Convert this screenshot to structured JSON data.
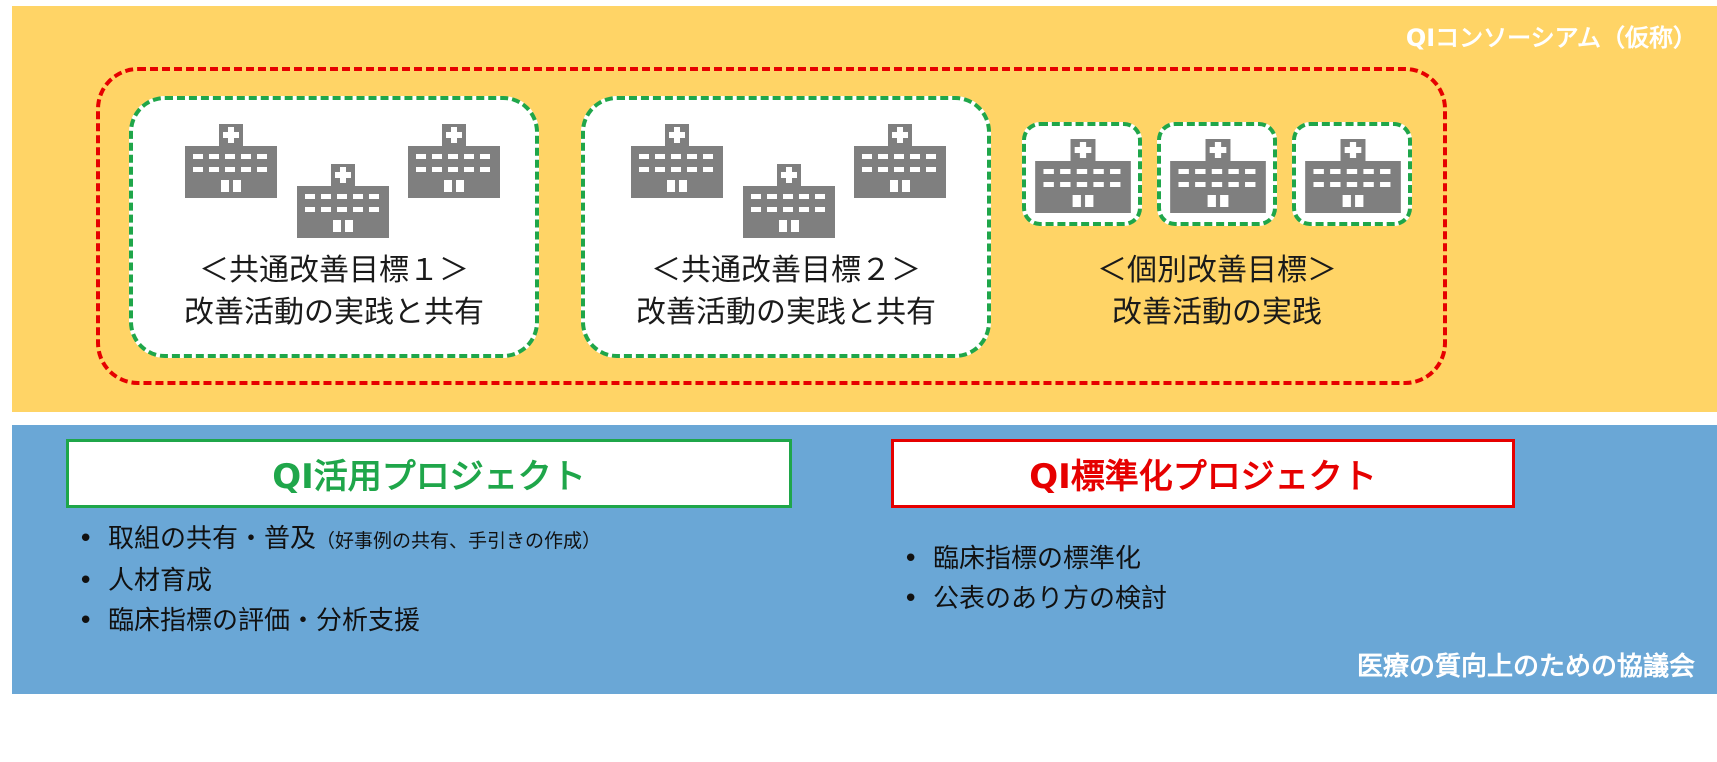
{
  "consortium": {
    "title": "QIコンソーシアム（仮称）",
    "groups": [
      {
        "line1": "＜共通改善目標１＞",
        "line2": "改善活動の実践と共有"
      },
      {
        "line1": "＜共通改善目標２＞",
        "line2": "改善活動の実践と共有"
      },
      {
        "line1": "＜個別改善目標＞",
        "line2": "改善活動の実践"
      }
    ],
    "icon": "hospital-building-icon"
  },
  "projects": {
    "utilize": {
      "title": "QI活用プロジェクト",
      "items": [
        {
          "text": "取組の共有・普及",
          "note": "（好事例の共有、手引きの作成）"
        },
        {
          "text": "人材育成",
          "note": ""
        },
        {
          "text": "臨床指標の評価・分析支援",
          "note": ""
        }
      ]
    },
    "standardize": {
      "title": "QI標準化プロジェクト",
      "items": [
        {
          "text": "臨床指標の標準化"
        },
        {
          "text": "公表のあり方の検討"
        }
      ]
    }
  },
  "footer": {
    "organization": "医療の質向上のための協議会"
  },
  "colors": {
    "top_background": "#ffd466",
    "bottom_background": "#6aa7d6",
    "consortium_border": "#e60000",
    "group_border": "#1fa64a",
    "icon_gray": "#7f7f7f"
  }
}
